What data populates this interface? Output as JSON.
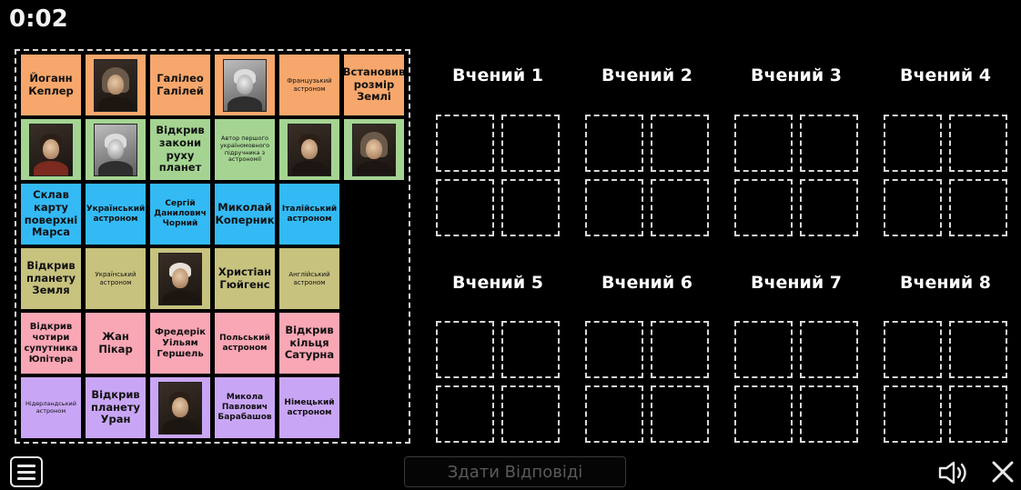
{
  "timer": "0:02",
  "submit_label": "Здати Відповіді",
  "groups": [
    "Вчений 1",
    "Вчений 2",
    "Вчений 3",
    "Вчений 4",
    "Вчений 5",
    "Вчений 6",
    "Вчений 7",
    "Вчений 8"
  ],
  "colors": {
    "orange": "#f7a76c",
    "green": "#a5d492",
    "blue": "#33baf5",
    "olive": "#c7c27e",
    "pink": "#f9a6b5",
    "purple": "#c9a6f5"
  },
  "cards": {
    "r1c1": "Йоганн Кеплер",
    "r1c3": "Галілео Галілей",
    "r1c5": "Французький астроном",
    "r1c6": "Встановив розмір Землі",
    "r2c3": "Відкрив закони руху планет",
    "r2c4": "Автор першого україномовного підручника з астрономії",
    "r3c1": "Склав карту поверхні Марса",
    "r3c2": "Український астроном",
    "r3c3": "Сергій Данилович Чорний",
    "r3c4": "Миколай Коперник",
    "r3c5": "Італійський астроном",
    "r4c1": "Відкрив планету Земля",
    "r4c2": "Український астроном",
    "r4c4": "Христіан Гюйгенс",
    "r4c5": "Англійський астроном",
    "r5c1": "Відкрив чотири супутника Юпітера",
    "r5c2": "Жан Пікар",
    "r5c3": "Фредерік Уільям Гершель",
    "r5c4": "Польський астроном",
    "r5c5": "Відкрив кільця Сатурна",
    "r6c1": "Нідерландський астроном",
    "r6c2": "Відкрив планету Уран",
    "r6c4": "Микола Павлович Барабашов",
    "r6c5": "Німецький астроном"
  },
  "portraits": {
    "r1c2": "portrait-galileo",
    "r1c4": "portrait-bw-scientist",
    "r2c1": "portrait-copernicus",
    "r2c2": "portrait-bw-scientist",
    "r2c5": "portrait-kepler",
    "r2c6": "portrait-huygens",
    "r4c3": "portrait-herschel",
    "r6c3": "portrait-picard"
  },
  "icons": {
    "menu": "hamburger-menu-icon",
    "sound": "speaker-icon",
    "close": "close-icon"
  }
}
